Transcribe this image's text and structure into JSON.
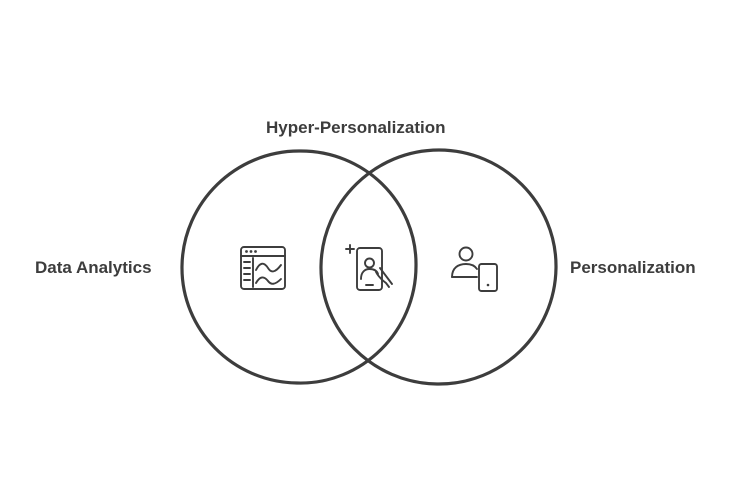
{
  "diagram": {
    "type": "venn",
    "sets": [
      {
        "id": "data-analytics",
        "label": "Data Analytics",
        "icon": "analytics-dashboard-icon"
      },
      {
        "id": "personalization",
        "label": "Personalization",
        "icon": "user-mobile-icon"
      }
    ],
    "intersection": {
      "label": "Hyper-Personalization",
      "icon": "mobile-user-touch-icon"
    },
    "colors": {
      "stroke": "#3d3d3d",
      "text": "#3d3d3d",
      "background": "#ffffff"
    }
  }
}
